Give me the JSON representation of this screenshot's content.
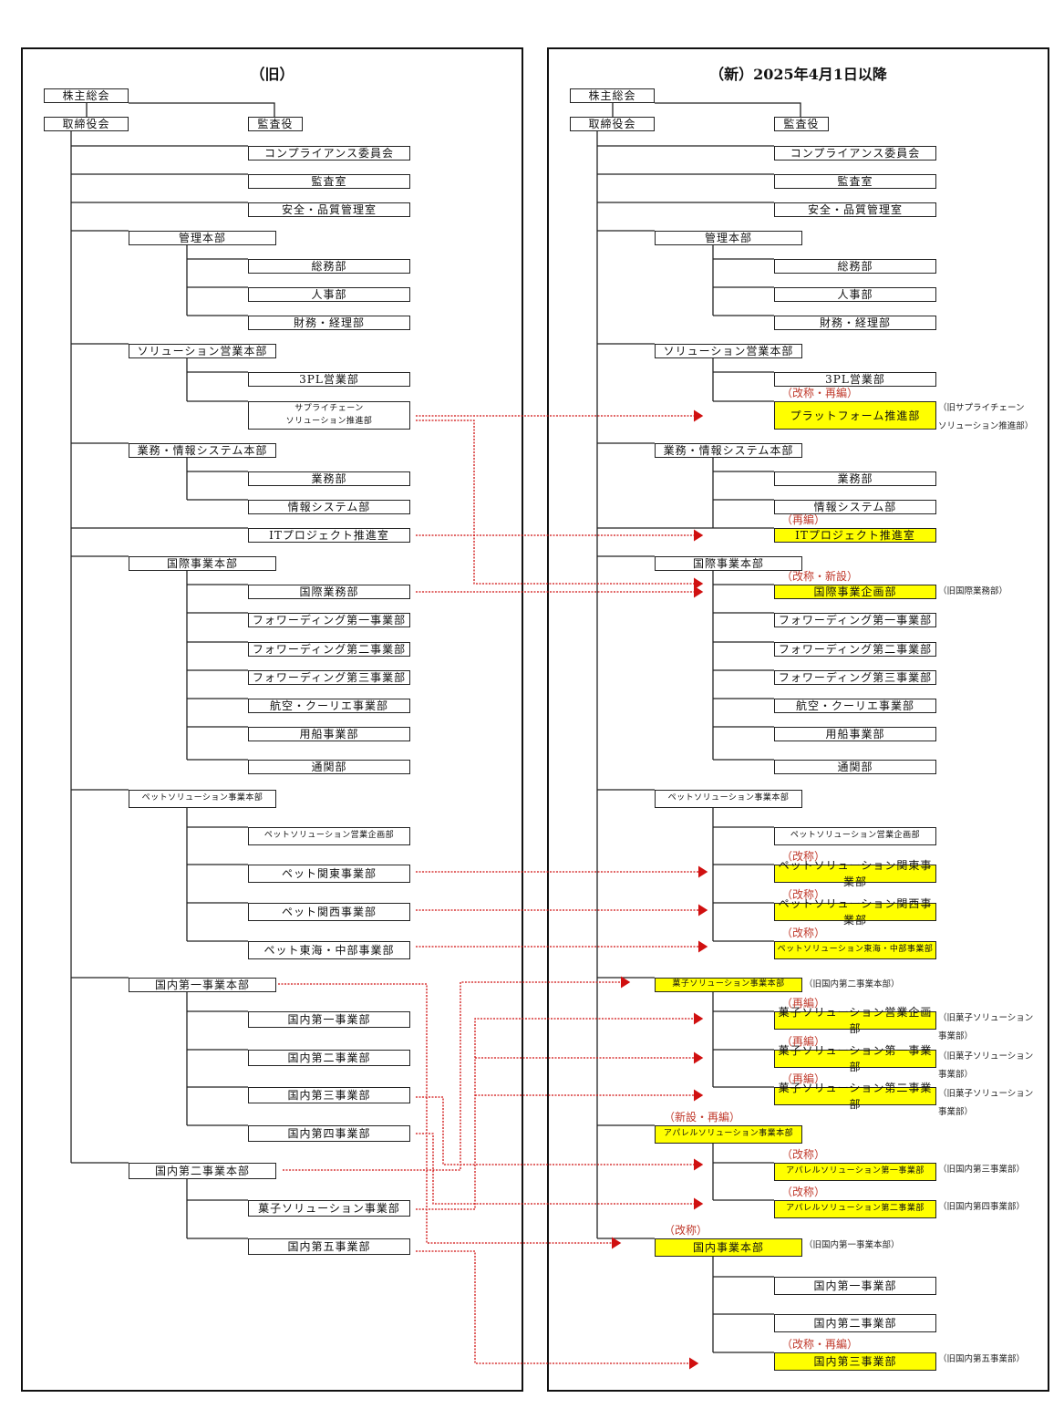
{
  "old": {
    "title": "（旧）",
    "nodes": [
      {
        "label": "株主総会"
      },
      {
        "label": "取締役会"
      },
      {
        "label": "監査役"
      },
      {
        "label": "コンプライアンス委員会"
      },
      {
        "label": "監査室"
      },
      {
        "label": "安全・品質管理室"
      },
      {
        "label": "管理本部"
      },
      {
        "label": "総務部"
      },
      {
        "label": "人事部"
      },
      {
        "label": "財務・経理部"
      },
      {
        "label": "ソリューション営業本部"
      },
      {
        "label": "3PL営業部"
      },
      {
        "label": "サプライチェーン\nソリューション推進部"
      },
      {
        "label": "業務・情報システム本部"
      },
      {
        "label": "業務部"
      },
      {
        "label": "情報システム部"
      },
      {
        "label": "ITプロジェクト推進室"
      },
      {
        "label": "国際事業本部"
      },
      {
        "label": "国際業務部"
      },
      {
        "label": "フォワーディング第一事業部"
      },
      {
        "label": "フォワーディング第二事業部"
      },
      {
        "label": "フォワーディング第三事業部"
      },
      {
        "label": "航空・クーリエ事業部"
      },
      {
        "label": "用船事業部"
      },
      {
        "label": "通関部"
      },
      {
        "label": "ペットソリューション事業本部"
      },
      {
        "label": "ペットソリューション営業企画部"
      },
      {
        "label": "ペット関東事業部"
      },
      {
        "label": "ペット関西事業部"
      },
      {
        "label": "ペット東海・中部事業部"
      },
      {
        "label": "国内第一事業本部"
      },
      {
        "label": "国内第一事業部"
      },
      {
        "label": "国内第二事業部"
      },
      {
        "label": "国内第三事業部"
      },
      {
        "label": "国内第四事業部"
      },
      {
        "label": "国内第二事業本部"
      },
      {
        "label": "菓子ソリューション事業部"
      },
      {
        "label": "国内第五事業部"
      }
    ]
  },
  "new": {
    "title": "（新）2025年4月1日以降",
    "nodes": [
      {
        "label": "株主総会"
      },
      {
        "label": "取締役会"
      },
      {
        "label": "監査役"
      },
      {
        "label": "コンプライアンス委員会"
      },
      {
        "label": "監査室"
      },
      {
        "label": "安全・品質管理室"
      },
      {
        "label": "管理本部"
      },
      {
        "label": "総務部"
      },
      {
        "label": "人事部"
      },
      {
        "label": "財務・経理部"
      },
      {
        "label": "ソリューション営業本部"
      },
      {
        "label": "3PL営業部"
      },
      {
        "label": "プラットフォーム推進部",
        "tag": "（改称・再編）",
        "note": "（旧サプライチェーン\nソリューション推進部）"
      },
      {
        "label": "業務・情報システム本部"
      },
      {
        "label": "業務部"
      },
      {
        "label": "情報システム部"
      },
      {
        "label": "ITプロジェクト推進室",
        "tag": "（再編）"
      },
      {
        "label": "国際事業本部"
      },
      {
        "label": "国際事業企画部",
        "tag": "（改称・新設）",
        "note": "（旧国際業務部）"
      },
      {
        "label": "フォワーディング第一事業部"
      },
      {
        "label": "フォワーディング第二事業部"
      },
      {
        "label": "フォワーディング第三事業部"
      },
      {
        "label": "航空・クーリエ事業部"
      },
      {
        "label": "用船事業部"
      },
      {
        "label": "通関部"
      },
      {
        "label": "ペットソリューション事業本部"
      },
      {
        "label": "ペットソリューション営業企画部"
      },
      {
        "label": "ペットソリューション関東事業部",
        "tag": "（改称）"
      },
      {
        "label": "ペットソリューション関西事業部",
        "tag": "（改称）"
      },
      {
        "label": "ペットソリューション東海・中部事業部",
        "tag": "（改称）"
      },
      {
        "label": "菓子ソリューション事業本部",
        "note": "（旧国内第二事業本部）"
      },
      {
        "label": "菓子ソリューション営業企画部",
        "tag": "（再編）",
        "note": "（旧菓子ソリューション\n事業部）"
      },
      {
        "label": "菓子ソリューション第一事業部",
        "tag": "（再編）",
        "note": "（旧菓子ソリューション\n事業部）"
      },
      {
        "label": "菓子ソリューション第二事業部",
        "tag": "（再編）",
        "note": "（旧菓子ソリューション\n事業部）"
      },
      {
        "label": "アパレルソリューション事業本部",
        "tag": "（新設・再編）"
      },
      {
        "label": "アパレルソリューション第一事業部",
        "tag": "（改称）",
        "note": "（旧国内第三事業部）"
      },
      {
        "label": "アパレルソリューション第二事業部",
        "tag": "（改称）",
        "note": "（旧国内第四事業部）"
      },
      {
        "label": "国内事業本部",
        "tag": "（改称）",
        "note": "（旧国内第一事業本部）"
      },
      {
        "label": "国内第一事業部"
      },
      {
        "label": "国内第二事業部"
      },
      {
        "label": "国内第三事業部",
        "tag": "（改称・再編）",
        "note": "（旧国内第五事業部）"
      }
    ]
  },
  "colors": {
    "highlight": "#ffff00",
    "tag": "#c0392b",
    "arrow": "#d01010"
  }
}
